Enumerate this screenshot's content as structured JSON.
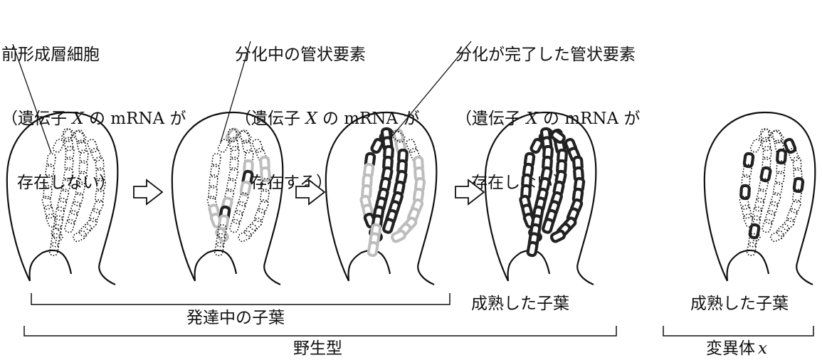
{
  "callouts": [
    {
      "title": "前形成層細胞",
      "line2_pre": "（遺伝子 ",
      "var": "X",
      "line2_post": " の mRNA が",
      "line3": "存在しない）"
    },
    {
      "title": "分化中の管状要素",
      "line2_pre": "（遺伝子 ",
      "var": "X",
      "line2_post": " の mRNA が",
      "line3": "存在する）"
    },
    {
      "title": "分化が完了した管状要素",
      "line2_pre": "（遺伝子 ",
      "var": "X",
      "line2_post": " の mRNA が",
      "line3": "存在しない）"
    }
  ],
  "captions": {
    "developing": "発達中の子葉",
    "mature_wt": "成熟した子葉",
    "mature_mut": "成熟した子葉",
    "wildtype": "野生型",
    "mutant": "変異体",
    "mutant_var": "x"
  },
  "colors": {
    "light_cell": "#bdbdbd",
    "dark_cell": "#222222",
    "dotted_cell": "#111111",
    "line": "#111111"
  }
}
